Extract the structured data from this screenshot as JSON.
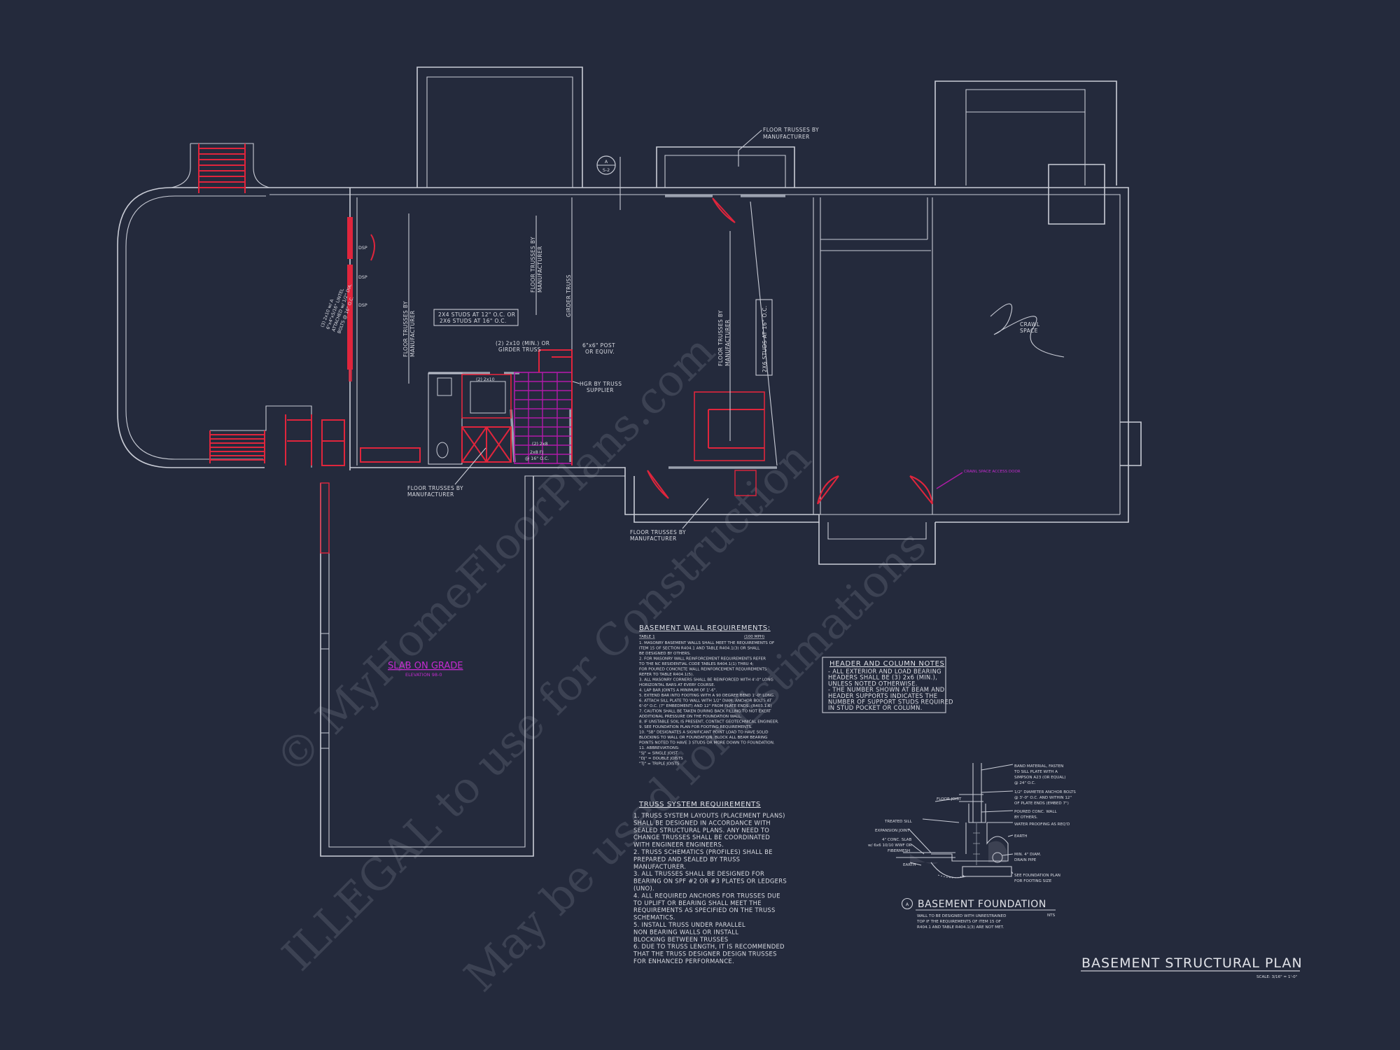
{
  "drawing": {
    "title": "BASEMENT STRUCTURAL PLAN",
    "scale": "SCALE: 3/16\" = 1'-0\"",
    "section_marker": {
      "letter": "A",
      "sheet": "S-2"
    }
  },
  "watermark": {
    "line1": "© MyHomeFloorPlans.com",
    "line2": "ILLEGAL to use for Construction",
    "line3": "May be used for Estimations"
  },
  "plan_labels": {
    "floor_trusses_top": [
      "FLOOR TRUSSES BY",
      "MANUFACTURER"
    ],
    "floor_trusses_left": [
      "FLOOR TRUSSES BY",
      "MANUFACTURER"
    ],
    "floor_trusses_mid": [
      "FLOOR TRUSSES BY",
      "MANUFACTURER"
    ],
    "floor_trusses_right": [
      "FLOOR TRUSSES BY",
      "MANUFACTURER"
    ],
    "floor_trusses_bottom_left": [
      "FLOOR TRUSSES BY",
      "MANUFACTURER"
    ],
    "floor_trusses_bottom_mid": [
      "FLOOR TRUSSES BY",
      "MANUFACTURER"
    ],
    "girder_truss": "GIRDER TRUSS",
    "studs_note": [
      "2X4 STUDS AT 12\" O.C. OR",
      "2X6 STUDS AT 16\" O.C."
    ],
    "studs_2x6": "2X6 STUDS AT 16\" O.C.",
    "girder_2x10": [
      "(2) 2x10 (MIN.) OR",
      "GIRDER TRUSS"
    ],
    "post": [
      "6\"x6\" POST",
      "OR EQUIV."
    ],
    "hgr": [
      "HGR BY TRUSS",
      "SUPPLIER"
    ],
    "lintel": [
      "(3) 2x10 w/ A",
      "6\"x4\"x5/16\" LINTEL",
      "ATTACHED w/ 1/2\" DIA.",
      "BOLTS @ 16\" O.C."
    ],
    "dsp": "DSP",
    "beam_2x10": "(2) 2x10",
    "beam_2x8": "(2) 2x8",
    "floor_joist_note": [
      "2x8 FJ",
      "@ 16\" O.C."
    ],
    "crawl_space": [
      "CRAWL",
      "SPACE"
    ],
    "crawl_door": "CRAWL SPACE ACCESS DOOR",
    "slab_on_grade": "SLAB ON GRADE",
    "slab_elevation": "ELEVATION 98-0"
  },
  "basement_wall": {
    "heading": "BASEMENT WALL REQUIREMENTS:",
    "table": "TABLE 1",
    "wind": "(100 MPH)",
    "lines": [
      "1. MASONRY BASEMENT WALLS SHALL MEET THE REQUIREMENTS OF",
      "ITEM 15 OF SECTION R404.1 AND TABLE R404.1(3) OR SHALL",
      "BE DESIGNED BY OTHERS.",
      "2. FOR MASONRY WALL REINFORCEMENT REQUIREMENTS REFER",
      "TO THE NC RESIDENTIAL CODE TABLES R404.1(1) THRU 4;",
      "FOR POURED CONCRETE WALL REINFORCEMENT REQUIREMENTS",
      "REFER TO TABLE R404.1(5).",
      "3. ALL MASONRY CORNERS SHALL BE REINFORCED WITH 4'-0\" LONG",
      "HORIZONTAL BARS AT EVERY COURSE.",
      "4. LAP BAR JOINTS A MINIMUM OF 1'-6\".",
      "5. EXTEND BAR INTO FOOTING WITH A 90 DEGREE BEND 1'-0\" LONG.",
      "6. ATTACH SILL PLATE TO WALL WITH 1/2\" DIAM. ANCHOR BOLTS AT",
      "6'-0\" O.C. (7\" EMBEDMENT) AND 12\" FROM PLATE ENDS. (R403.1.6)",
      "7. CAUTION SHALL BE TAKEN DURING BACK FILLING TO NOT EXERT",
      "ADDITIONAL PRESSURE ON THE FOUNDATION WALL.",
      "8. IF UNSTABLE SOIL IS PRESENT, CONTACT GEOTECHNICAL ENGINEER.",
      "9. SEE FOUNDATION PLAN FOR FOOTING REQUIREMENTS.",
      "10. \"SB\" DESIGNATES A SIGNIFICANT POINT LOAD TO HAVE SOLID",
      "BLOCKING TO WALL OR FOUNDATION. BLOCK ALL BEAM BEARING",
      "POINTS NOTED TO HAVE 3 STUDS OR MORE DOWN TO FOUNDATION.",
      "11. ABBREVIATIONS:",
      "\"SJ\" = SINGLE JOIST",
      "\"DJ\" = DOUBLE JOISTS",
      "\"TJ\" = TRIPLE JOISTS"
    ]
  },
  "header_notes": {
    "heading": "HEADER AND COLUMN NOTES",
    "lines": [
      "- ALL EXTERIOR AND LOAD BEARING",
      "HEADERS SHALL BE (3) 2x6 (MIN.),",
      "UNLESS NOTED OTHERWISE.",
      "- THE NUMBER SHOWN AT BEAM AND",
      "HEADER SUPPORTS INDICATES THE",
      "NUMBER OF SUPPORT STUDS REQUIRED",
      "IN STUD POCKET OR COLUMN."
    ]
  },
  "truss_system": {
    "heading": "TRUSS SYSTEM REQUIREMENTS",
    "lines": [
      "1. TRUSS SYSTEM LAYOUTS (PLACEMENT PLANS)",
      "SHALL BE DESIGNED IN ACCORDANCE WITH",
      "SEALED STRUCTURAL PLANS. ANY NEED TO",
      "CHANGE TRUSSES SHALL BE COORDINATED",
      "WITH ENGINEER ENGINEERS.",
      "2. TRUSS SCHEMATICS (PROFILES) SHALL BE",
      "PREPARED AND SEALED BY TRUSS",
      "MANUFACTURER.",
      "3. ALL TRUSSES SHALL BE DESIGNED FOR",
      "BEARING ON SPF #2 OR #3 PLATES OR LEDGERS",
      "(UNO).",
      "4. ALL REQUIRED ANCHORS FOR TRUSSES DUE",
      "TO UPLIFT OR BEARING SHALL MEET THE",
      "REQUIREMENTS AS SPECIFIED ON THE TRUSS",
      "SCHEMATICS.",
      "5. INSTALL TRUSS UNDER PARALLEL",
      "NON BEARING WALLS OR INSTALL",
      "BLOCKING BETWEEN TRUSSES",
      "6. DUE TO TRUSS LENGTH, IT IS RECOMMENDED",
      "THAT THE TRUSS DESIGNER DESIGN TRUSSES",
      "FOR ENHANCED PERFORMANCE."
    ]
  },
  "detail": {
    "marker": "A",
    "title": "BASEMENT FOUNDATION",
    "scale": "NTS",
    "note": [
      "WALL TO BE DESIGNED WITH UNRESTRAINED",
      "TOP IF THE REQUIREMENTS OF ITEM 15 OF",
      "R404.1 AND TABLE R404.1(3) ARE NOT MET."
    ],
    "callouts_right": [
      [
        "BAND MATERIAL, FASTEN",
        "TO SILL PLATE WITH A",
        "SIMPSON A23 (OR EQUAL)",
        "@ 24\" O.C."
      ],
      [
        "1/2\" DIAMETER ANCHOR BOLTS",
        "@ 3'-0\" O.C. AND WITHIN 12\"",
        "OF PLATE ENDS (EMBED 7\")"
      ],
      [
        "POURED CONC. WALL",
        "BY OTHERS."
      ],
      [
        "WATER PROOFING AS REQ'D"
      ],
      [
        "EARTH"
      ],
      [
        "MIN. 4\" DIAM.",
        "DRAIN PIPE"
      ],
      [
        "SEE FOUNDATION PLAN",
        "FOR FOOTING SIZE"
      ]
    ],
    "callouts_left": {
      "floor_joist": "FLOOR JOIST",
      "treated_sill": "TREATED SILL",
      "expansion_joint": "EXPANSION JOINT",
      "slab": [
        "4\" CONC. SLAB",
        "w/ 6x6 10/10 WWF OR",
        "FIBERMESH"
      ],
      "earth": "EARTH"
    }
  }
}
